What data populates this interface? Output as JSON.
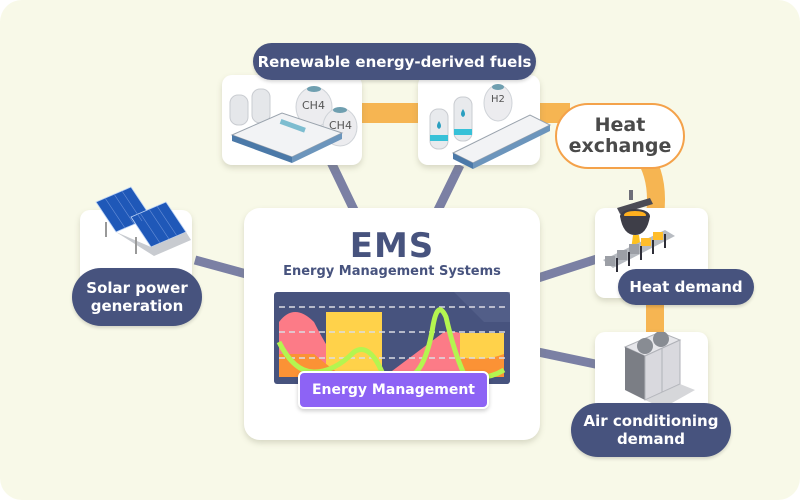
{
  "diagram": {
    "title": "EMS",
    "subtitle": "Energy Management Systems",
    "center_button": "Energy Management",
    "colors": {
      "background": "#f8f9e8",
      "navy": "#47537e",
      "connector": "#7b80a4",
      "pipe_orange": "#f6b552",
      "heat_border": "#f4a24a",
      "button_purple": "#8d63f5",
      "chart_bg": "#47537e",
      "chart_pink": "#fc7b87",
      "chart_yellow": "#ffd24a",
      "chart_orange": "#fb9235",
      "chart_green": "#b4f550"
    },
    "nodes": {
      "fuels": {
        "label": "Renewable energy-derived fuels",
        "methane_label_1": "CH4",
        "methane_label_2": "CH4",
        "hydrogen_label": "H2"
      },
      "heat_exchange": {
        "label_line1": "Heat",
        "label_line2": "exchange"
      },
      "solar": {
        "label_line1": "Solar power",
        "label_line2": "generation"
      },
      "heat_demand": {
        "label": "Heat demand"
      },
      "aircon": {
        "label_line1": "Air conditioning",
        "label_line2": "demand"
      }
    },
    "icons": [
      "methane-plant-icon",
      "hydrogen-plant-icon",
      "solar-panel-icon",
      "furnace-ladle-icon",
      "ac-outdoor-unit-icon"
    ]
  }
}
